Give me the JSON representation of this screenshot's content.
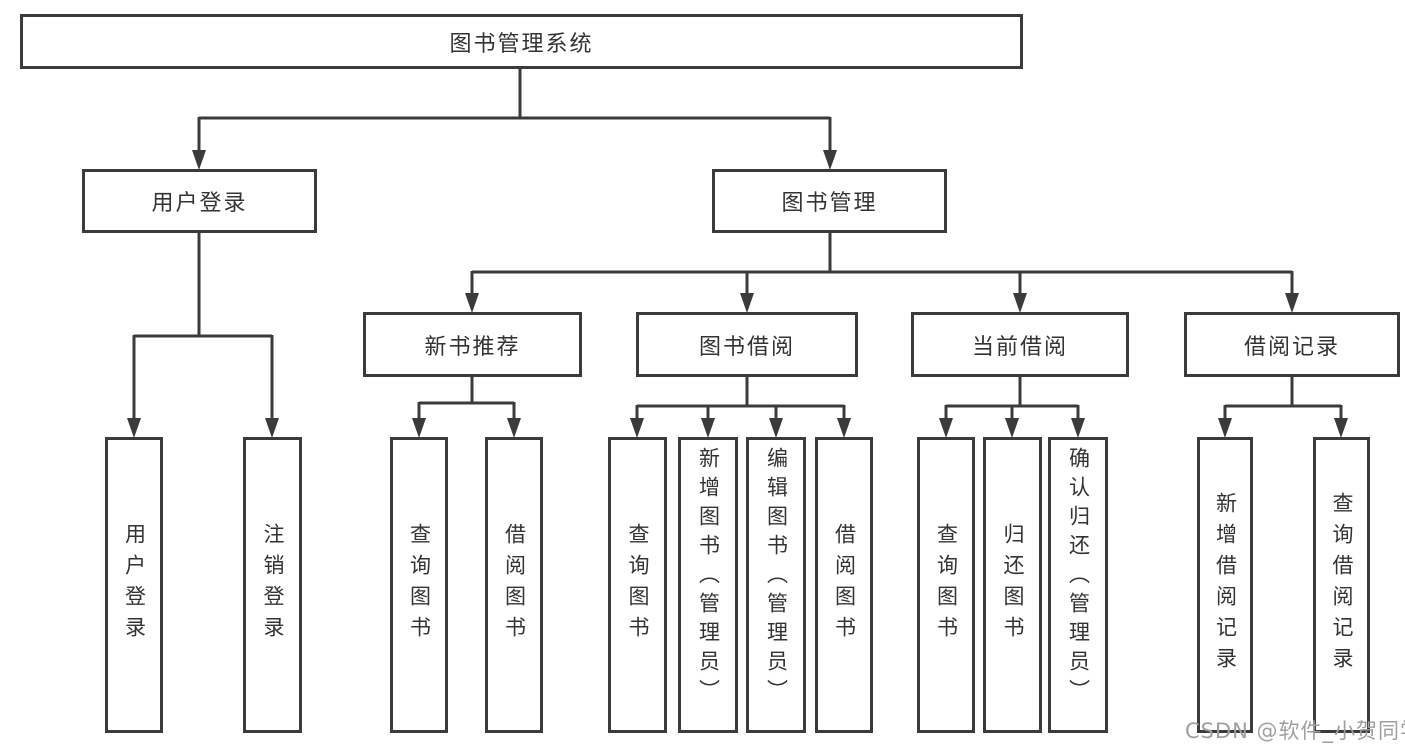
{
  "diagram_title": "图书管理系统",
  "colors": {
    "line": "#3b3b3b",
    "box_border": "#3b3b3b",
    "text": "#333333",
    "background": "#ffffff",
    "watermark": "#9f9f9f"
  },
  "tree": {
    "label": "图书管理系统",
    "children": [
      {
        "label": "用户登录",
        "children": [
          {
            "label": "用户登录"
          },
          {
            "label": "注销登录"
          }
        ]
      },
      {
        "label": "图书管理",
        "children": [
          {
            "label": "新书推荐",
            "children": [
              {
                "label": "查询图书"
              },
              {
                "label": "借阅图书"
              }
            ]
          },
          {
            "label": "图书借阅",
            "children": [
              {
                "label": "查询图书"
              },
              {
                "label": "新增图书（管理员）"
              },
              {
                "label": "编辑图书（管理员）"
              },
              {
                "label": "借阅图书"
              }
            ]
          },
          {
            "label": "当前借阅",
            "children": [
              {
                "label": "查询图书"
              },
              {
                "label": "归还图书"
              },
              {
                "label": "确认归还（管理员）"
              }
            ]
          },
          {
            "label": "借阅记录",
            "children": [
              {
                "label": "新增借阅记录"
              },
              {
                "label": "查询借阅记录"
              }
            ]
          }
        ]
      }
    ]
  },
  "watermark": "CSDN @软件_小贺同学"
}
